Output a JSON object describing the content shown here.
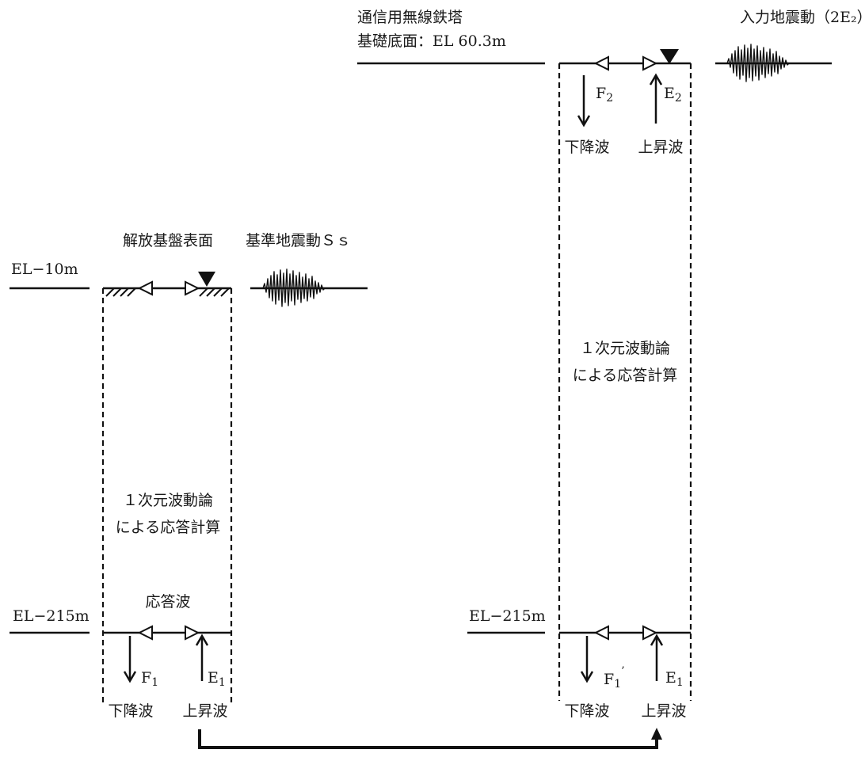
{
  "left": {
    "el_top": "EL−10m",
    "surface_label": "解放基盤表面",
    "input_motion_label": "基準地震動Ｓｓ",
    "method_line1": "１次元波動論",
    "method_line2": "による応答計算",
    "response_label": "応答波",
    "el_bottom": "EL−215m",
    "down_symbol": "F",
    "down_sub": "1",
    "up_symbol": "E",
    "up_sub": "1",
    "down_label": "下降波",
    "up_label": "上昇波"
  },
  "right": {
    "tower_label_line1": "通信用無線鉄塔",
    "tower_label_line2": "基礎底面：EL 60.3m",
    "input_motion_label": "入力地震動（2E₂）",
    "top_down_symbol": "F",
    "top_down_sub": "2",
    "top_up_symbol": "E",
    "top_up_sub": "2",
    "top_down_label": "下降波",
    "top_up_label": "上昇波",
    "method_line1": "１次元波動論",
    "method_line2": "による応答計算",
    "el_bottom": "EL−215m",
    "down_symbol": "F",
    "down_sub": "1",
    "down_prime": "’",
    "up_symbol": "E",
    "up_sub": "1",
    "down_label": "下降波",
    "up_label": "上昇波"
  }
}
